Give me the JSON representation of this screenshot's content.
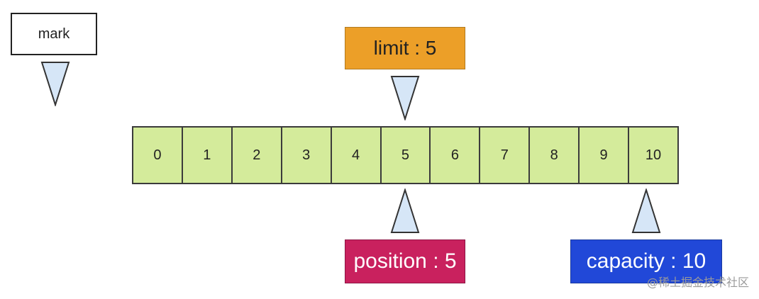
{
  "mark": {
    "label": "mark"
  },
  "limit": {
    "label": "limit : 5",
    "color": "#ec9f28"
  },
  "position": {
    "label": "position : 5",
    "color": "#c9215e"
  },
  "capacity": {
    "label": "capacity : 10",
    "color": "#2148d8"
  },
  "buffer": {
    "cell_color": "#d4eb9b",
    "cells": [
      "0",
      "1",
      "2",
      "3",
      "4",
      "5",
      "6",
      "7",
      "8",
      "9",
      "10"
    ]
  },
  "pointer_color": "#d6e6f7",
  "watermark": "@稀土掘金技术社区"
}
